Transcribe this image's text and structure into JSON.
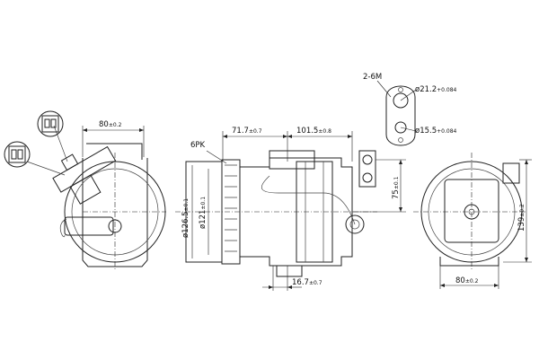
{
  "dimensions": {
    "left_width": {
      "value": "80",
      "tol": "±0.2"
    },
    "pulley_offset": {
      "value": "71.7",
      "tol": "±0.7"
    },
    "port_spacing": {
      "value": "101.5",
      "tol": "±0.8"
    },
    "belt": {
      "value": "6PK"
    },
    "pulley_dia_outer": {
      "value": "ø126.5",
      "tol": "±0.1"
    },
    "pulley_dia_inner": {
      "value": "ø121",
      "tol": "±0.1"
    },
    "port_height": {
      "value": "75",
      "tol": "±0.1"
    },
    "bottom_offset": {
      "value": "16.7",
      "tol": "±0.7"
    },
    "right_height": {
      "value": "139",
      "tol": "±0.2"
    },
    "right_width": {
      "value": "80",
      "tol": "±0.2"
    }
  },
  "port_block": {
    "thread": "2-6M",
    "hole_large": {
      "value": "ø21.2",
      "tol": "+0.084"
    },
    "hole_small": {
      "value": "ø15.5",
      "tol": "+0.084"
    }
  }
}
